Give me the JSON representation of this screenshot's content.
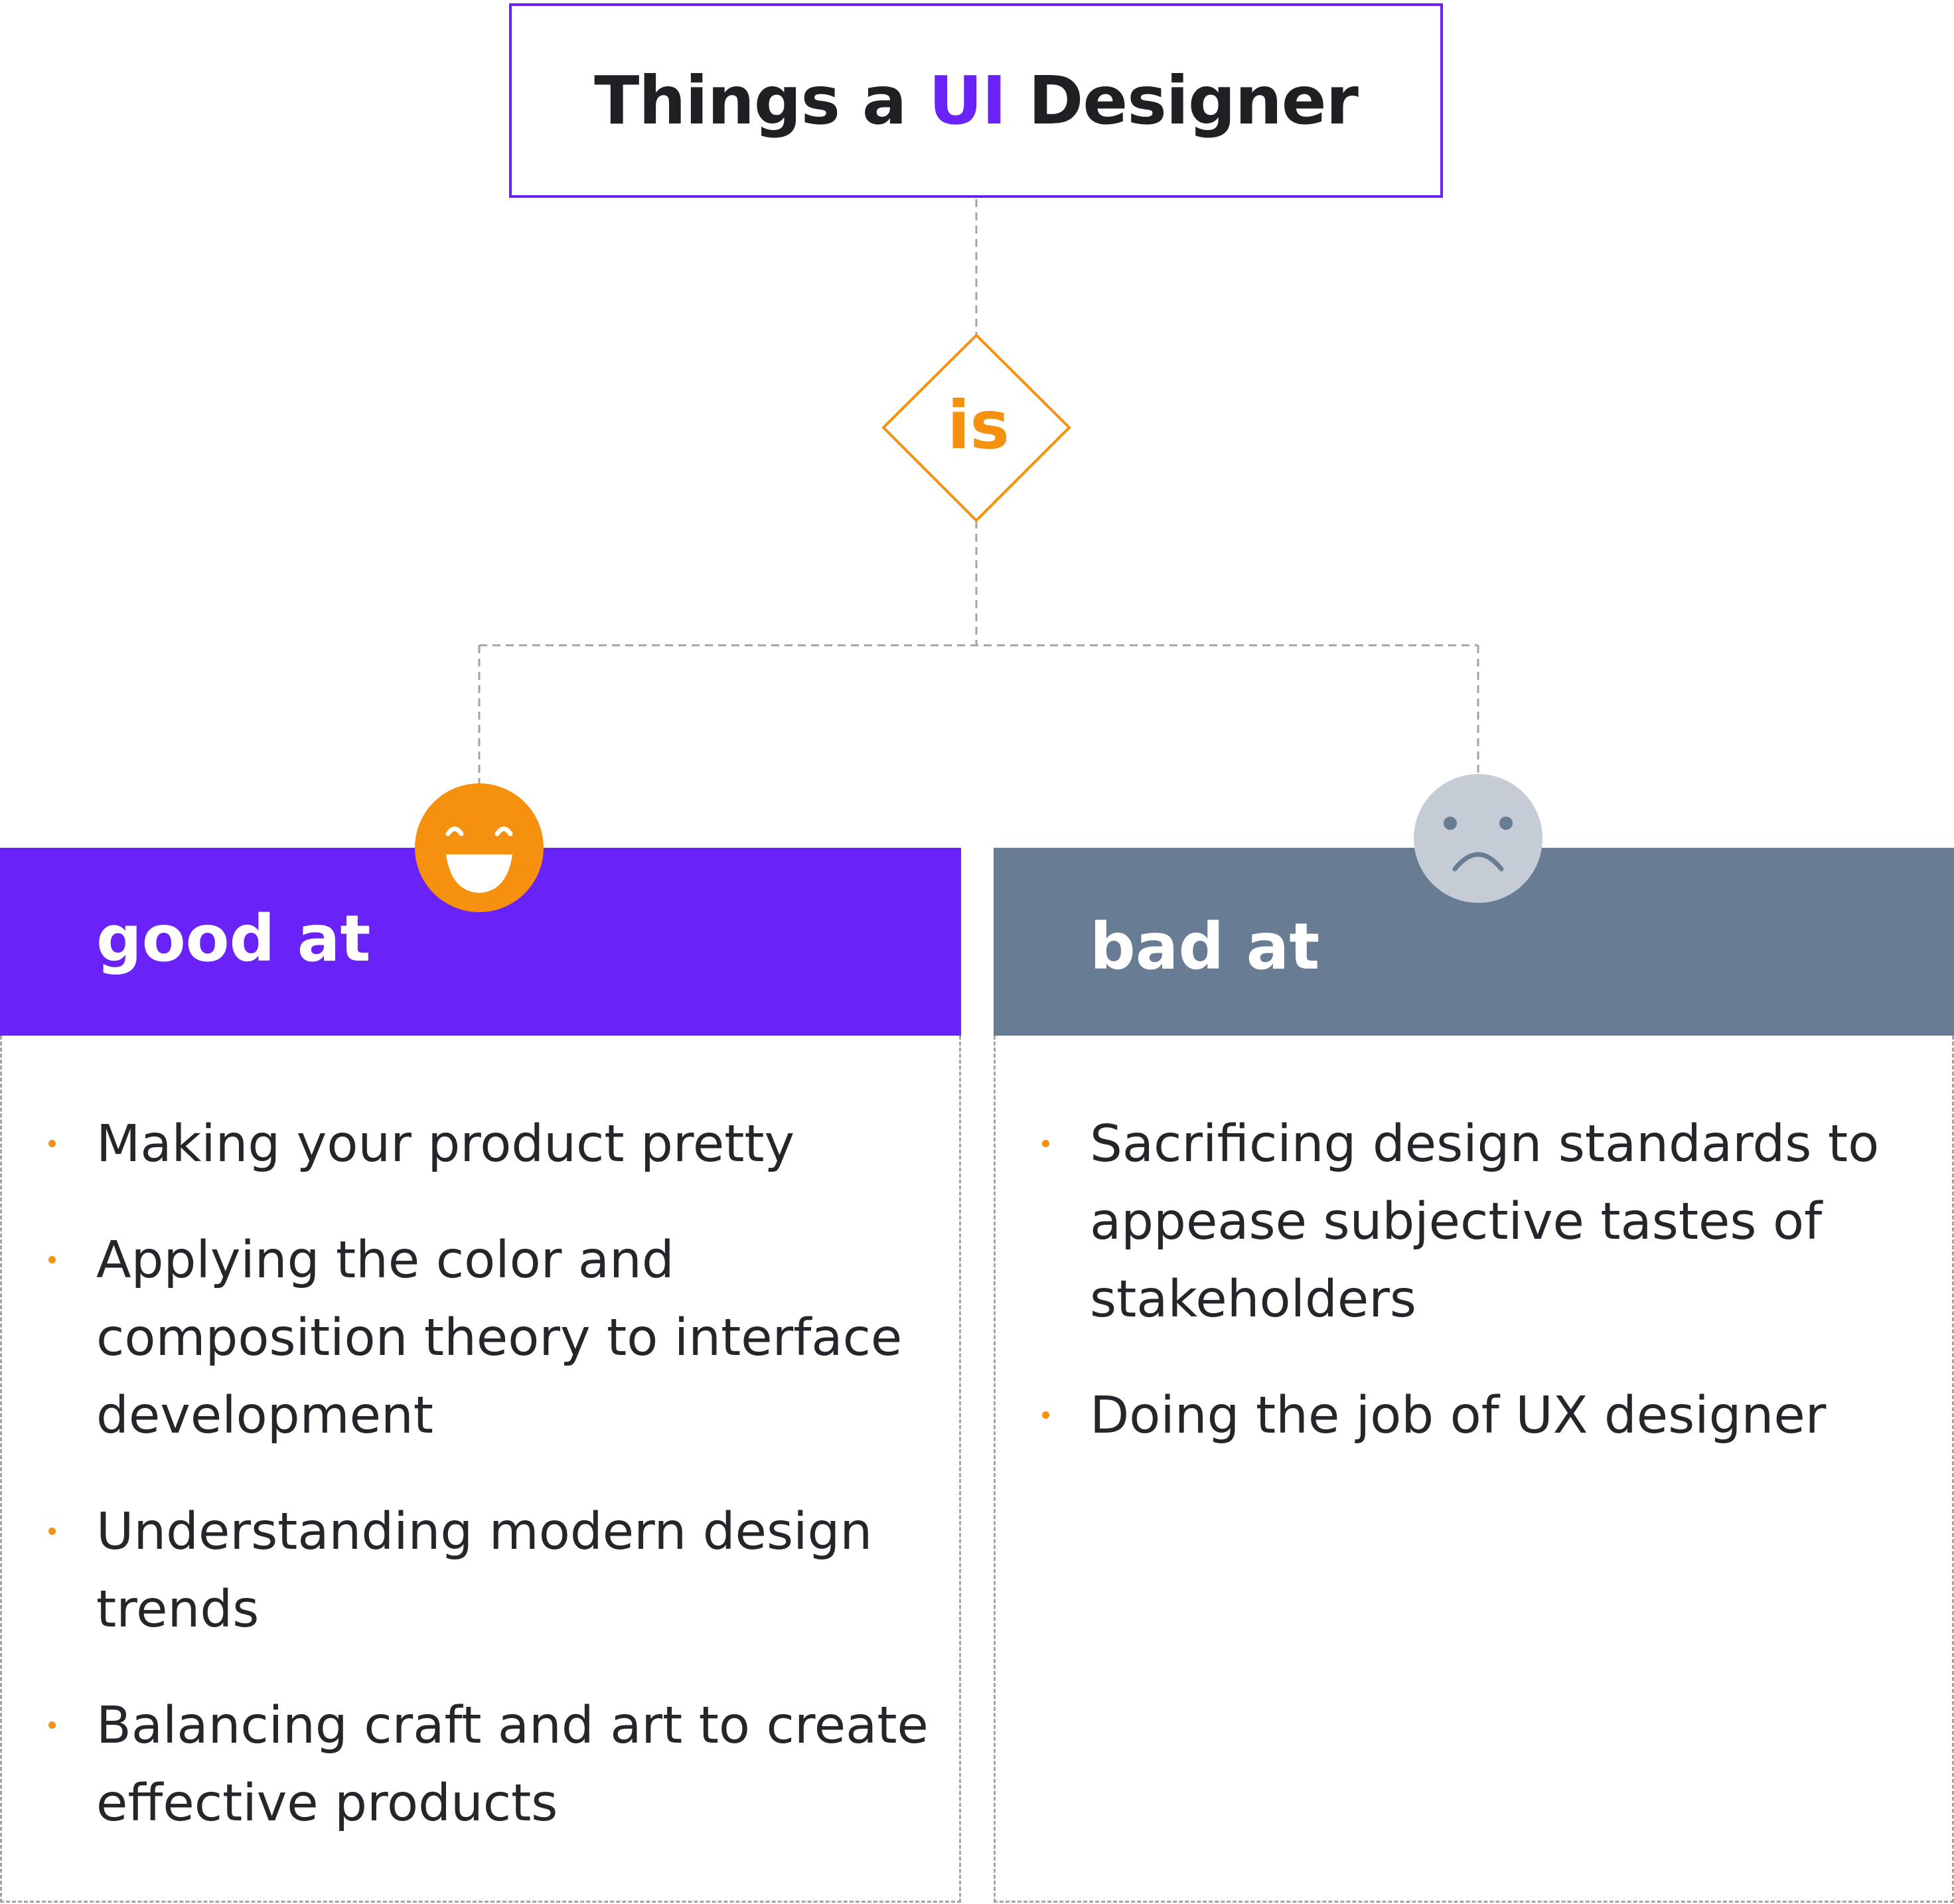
{
  "title": {
    "before": "Things a ",
    "highlight": "UI",
    "after": " Designer"
  },
  "connector_label": "is",
  "good": {
    "header": "good at",
    "emoji_icon": "smiling-face-icon",
    "items": [
      "Making your product pretty",
      "Applying the color and composition theory to interface development",
      "Understanding modern design trends",
      "Balancing craft and art  to create effective products"
    ]
  },
  "bad": {
    "header": "bad at",
    "emoji_icon": "frowning-face-icon",
    "items": [
      "Sacrificing design standards to appease subjective tastes of stakeholders",
      "Doing the job of UX designer"
    ]
  },
  "colors": {
    "purple": "#6a23f7",
    "orange": "#f5910f",
    "slate": "#687c93",
    "sad_face": "#c5ccd6",
    "text": "#25252b"
  }
}
